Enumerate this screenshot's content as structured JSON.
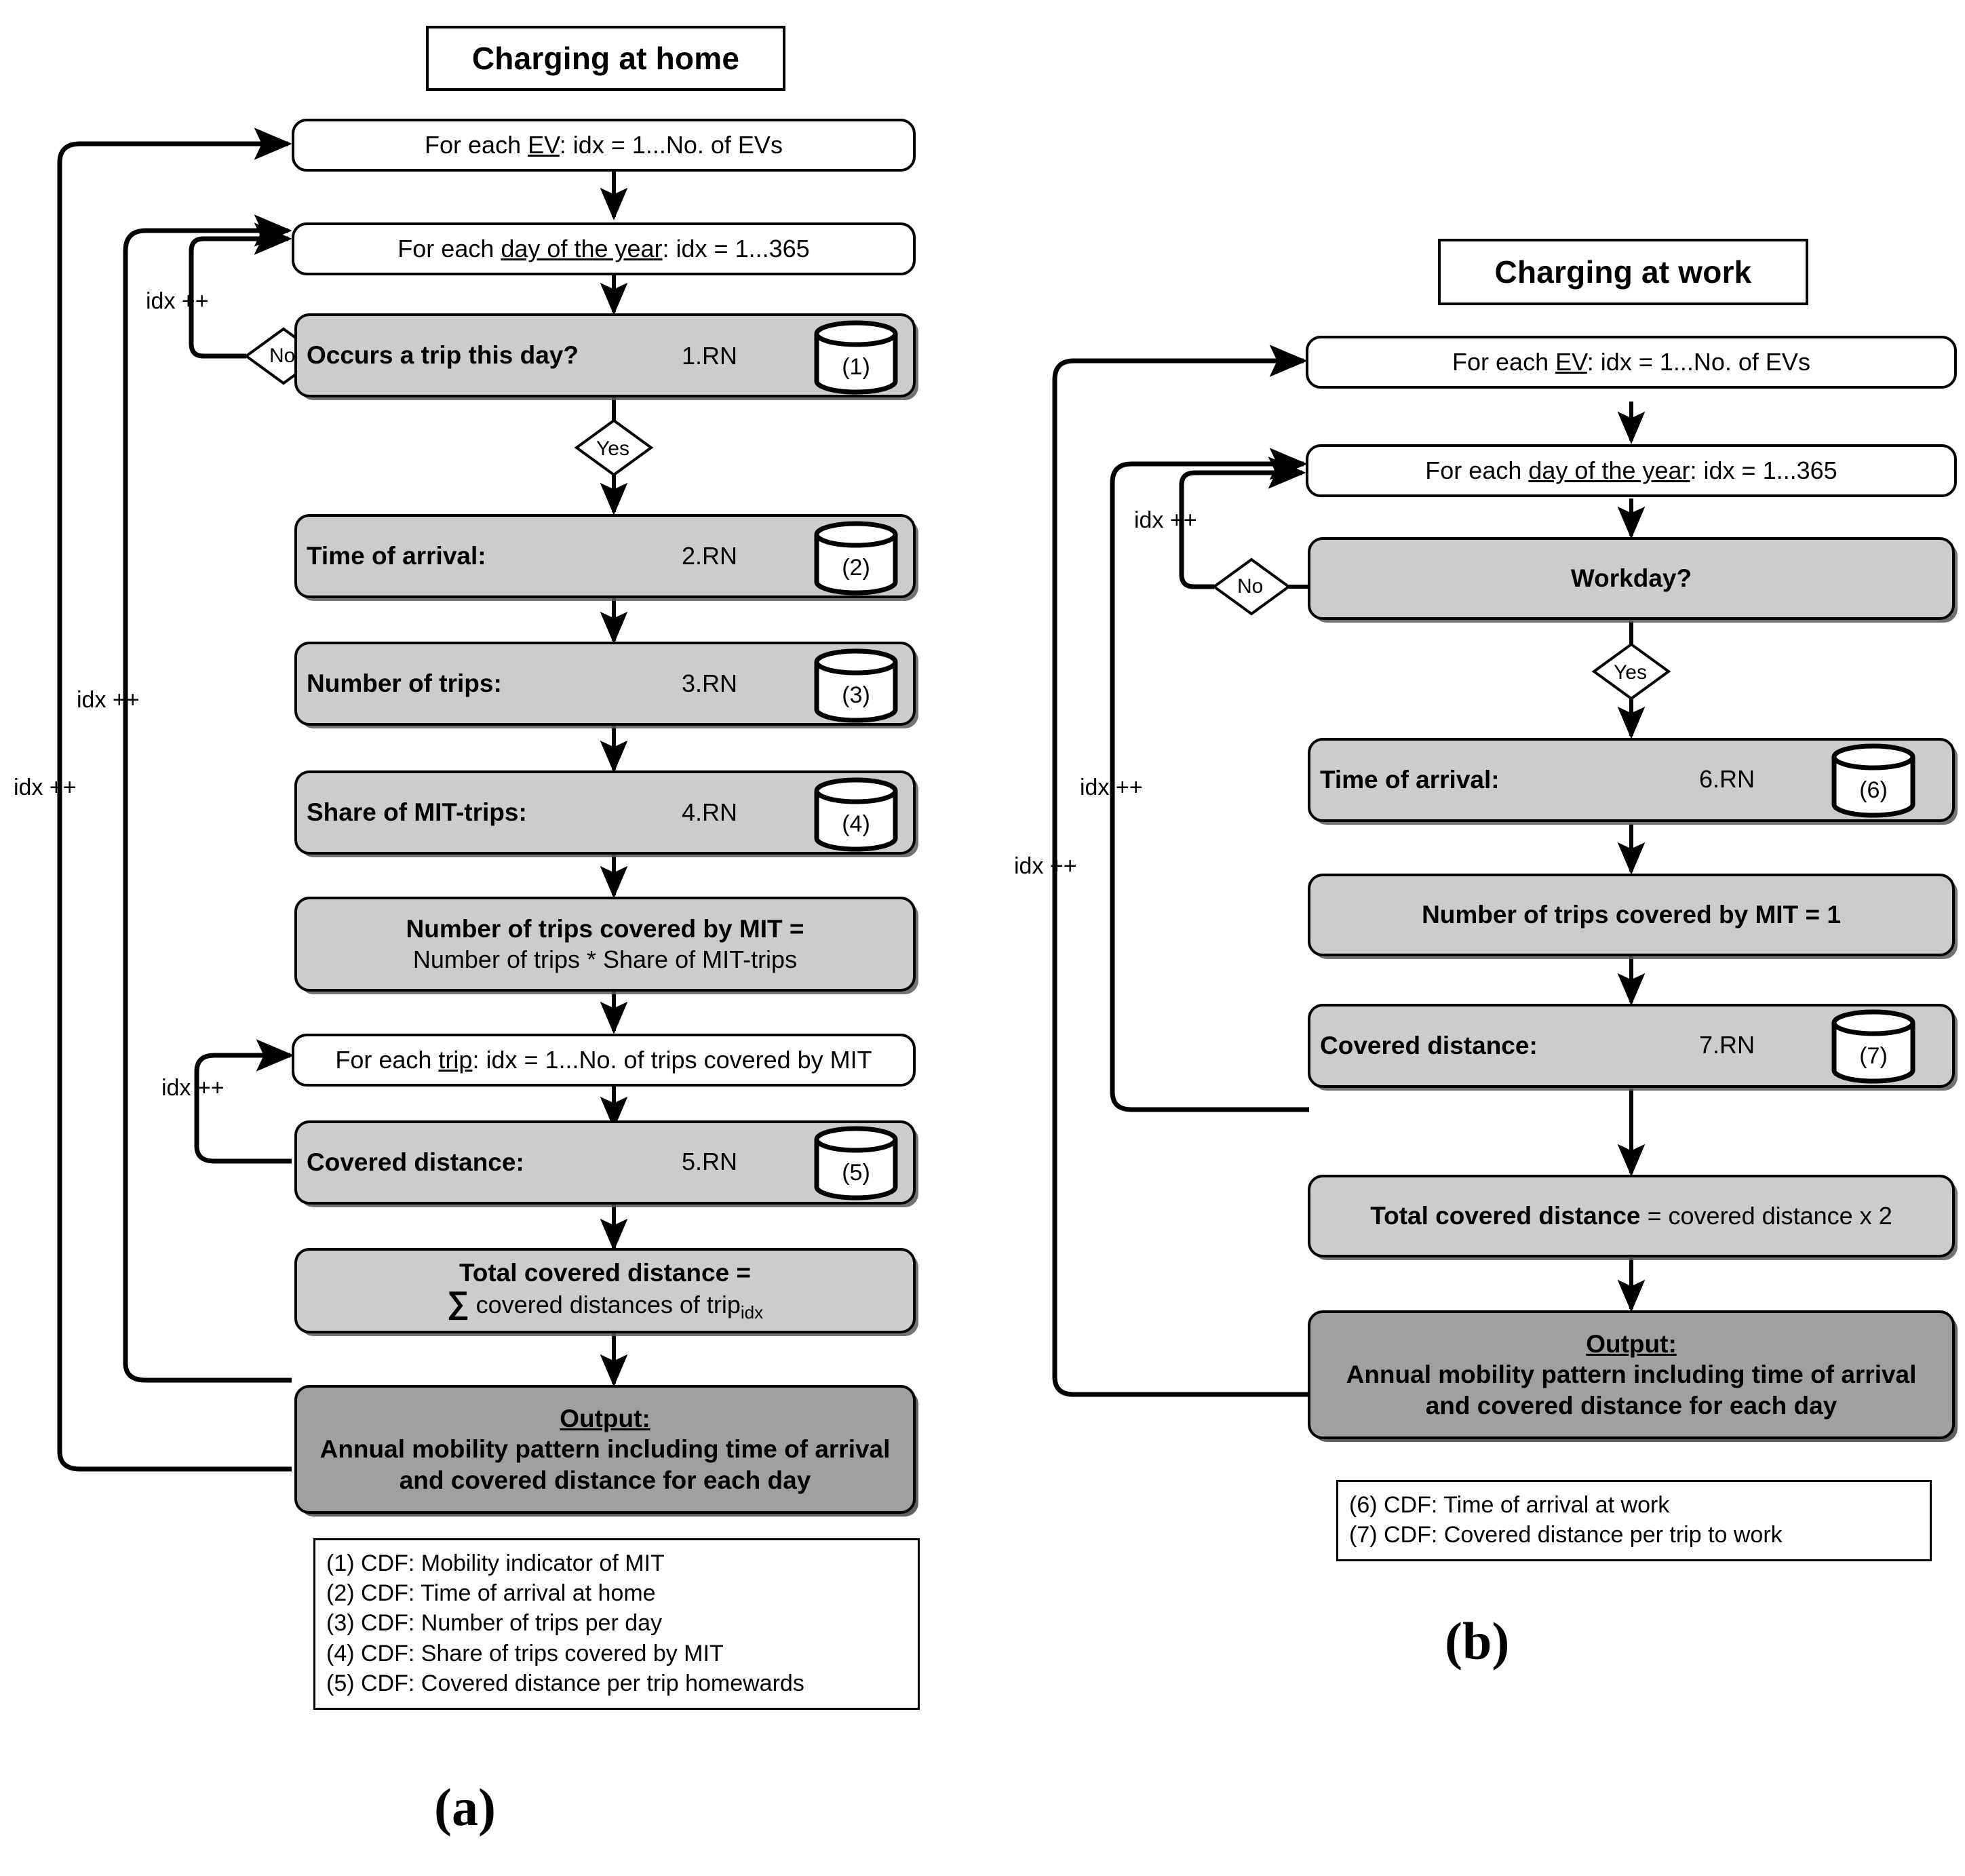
{
  "panels": [
    {
      "id": "a",
      "label": "(a)",
      "title": "Charging at home",
      "nodes": {
        "loop_ev": "For each EV: idx = 1...No. of EVs",
        "loop_ev_underline": "EV",
        "loop_day": "For each day of the year: idx = 1...365",
        "loop_day_underline": "day of the year",
        "decision_trip": "Occurs a trip this day?",
        "time_arrival": "Time of arrival:",
        "number_trips": "Number of trips:",
        "share_mit": "Share of MIT-trips:",
        "trips_mit_line1": "Number of trips covered by MIT =",
        "trips_mit_line2": "Number of trips * Share of MIT-trips",
        "loop_trip": "For each trip: idx = 1...No. of trips covered by MIT",
        "loop_trip_underline": "trip",
        "covered_distance": "Covered distance:",
        "total_line1": "Total covered distance =",
        "total_sigma": "∑",
        "total_line2": "covered distances of trip",
        "total_line2_sub": "idx",
        "output_title": "Output:",
        "output_line1": "Annual mobility pattern including time of arrival",
        "output_line2": "and covered distance for each day"
      },
      "rn_labels": [
        "1.RN",
        "2.RN",
        "3.RN",
        "4.RN",
        "5.RN"
      ],
      "cylinder_labels": [
        "(1)",
        "(2)",
        "(3)",
        "(4)",
        "(5)"
      ],
      "decision_no": "No",
      "decision_yes": "Yes",
      "idx_labels": [
        "idx ++",
        "idx ++",
        "idx ++",
        "idx ++"
      ],
      "legend": [
        "(1) CDF: Mobility indicator of MIT",
        "(2) CDF: Time of arrival at home",
        "(3) CDF: Number of trips per day",
        "(4) CDF: Share of trips covered by MIT",
        "(5) CDF: Covered distance per trip homewards"
      ]
    },
    {
      "id": "b",
      "label": "(b)",
      "title": "Charging at work",
      "nodes": {
        "loop_ev": "For each EV: idx = 1...No. of EVs",
        "loop_ev_underline": "EV",
        "loop_day": "For each day of the year: idx = 1...365",
        "loop_day_underline": "day of the year",
        "decision_workday": "Workday?",
        "time_arrival": "Time of arrival:",
        "trips_mit": "Number of trips covered by MIT = 1",
        "covered_distance": "Covered distance:",
        "total_bold": "Total covered distance",
        "total_rest": " = covered distance x 2",
        "output_title": "Output:",
        "output_line1": "Annual mobility pattern including time of arrival",
        "output_line2": "and covered distance for each day"
      },
      "rn_labels": [
        "6.RN",
        "7.RN"
      ],
      "cylinder_labels": [
        "(6)",
        "(7)"
      ],
      "decision_no": "No",
      "decision_yes": "Yes",
      "idx_labels": [
        "idx ++",
        "idx ++",
        "idx ++"
      ],
      "legend": [
        "(6) CDF: Time of arrival at work",
        "(7) CDF: Covered distance per trip to work"
      ]
    }
  ],
  "colors": {
    "stroke": "#000000",
    "gray_fill": "#cccccc",
    "dark_gray_fill": "#a0a0a0",
    "white": "#ffffff"
  }
}
